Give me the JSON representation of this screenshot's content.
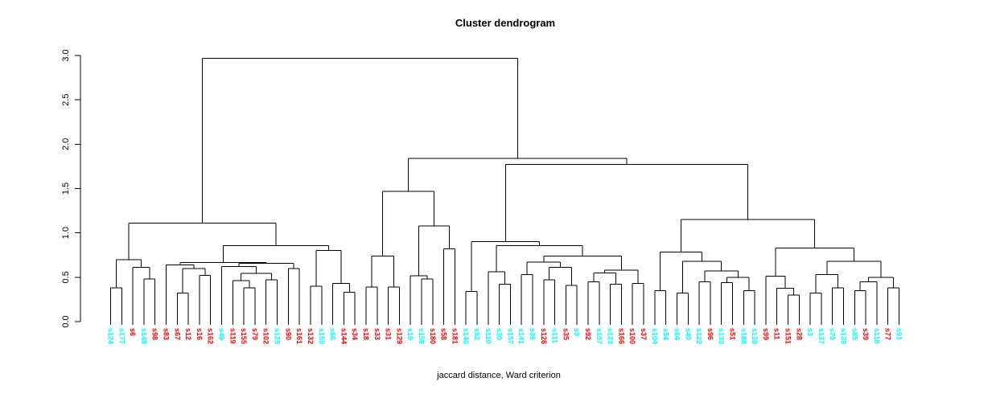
{
  "title": "Cluster dendrogram",
  "caption": "jaccard distance, Ward criterion",
  "chart_data": {
    "type": "dendrogram",
    "title": "Cluster dendrogram",
    "xlabel": "jaccard distance, Ward criterion",
    "y_axis_ticks": [
      "0.0",
      "0.5",
      "1.0",
      "1.5",
      "2.0",
      "2.5",
      "3.0"
    ],
    "y_min": 0,
    "y_max": 3,
    "grid": false,
    "line_color": "#000000",
    "label_colors": {
      "red": "#FF0000",
      "cyan": "#00FFFF"
    },
    "leaves": [
      {
        "label": "s124",
        "group": "cyan"
      },
      {
        "label": "s177",
        "group": "cyan"
      },
      {
        "label": "s6",
        "group": "red"
      },
      {
        "label": "s148",
        "group": "cyan"
      },
      {
        "label": "s98",
        "group": "red"
      },
      {
        "label": "s83",
        "group": "red"
      },
      {
        "label": "s67",
        "group": "red"
      },
      {
        "label": "s12",
        "group": "red"
      },
      {
        "label": "s16",
        "group": "red"
      },
      {
        "label": "s162",
        "group": "red"
      },
      {
        "label": "s49",
        "group": "cyan"
      },
      {
        "label": "s119",
        "group": "red"
      },
      {
        "label": "s155",
        "group": "red"
      },
      {
        "label": "s79",
        "group": "red"
      },
      {
        "label": "s102",
        "group": "red"
      },
      {
        "label": "s125",
        "group": "cyan"
      },
      {
        "label": "s90",
        "group": "red"
      },
      {
        "label": "s161",
        "group": "red"
      },
      {
        "label": "s132",
        "group": "red"
      },
      {
        "label": "s159",
        "group": "cyan"
      },
      {
        "label": "s66",
        "group": "cyan"
      },
      {
        "label": "s144",
        "group": "red"
      },
      {
        "label": "s34",
        "group": "red"
      },
      {
        "label": "s18",
        "group": "red"
      },
      {
        "label": "s33",
        "group": "red"
      },
      {
        "label": "s31",
        "group": "red"
      },
      {
        "label": "s129",
        "group": "red"
      },
      {
        "label": "s19",
        "group": "cyan"
      },
      {
        "label": "s158",
        "group": "cyan"
      },
      {
        "label": "s180",
        "group": "red"
      },
      {
        "label": "s58",
        "group": "red"
      },
      {
        "label": "s181",
        "group": "red"
      },
      {
        "label": "s140",
        "group": "cyan"
      },
      {
        "label": "s52",
        "group": "cyan"
      },
      {
        "label": "s110",
        "group": "cyan"
      },
      {
        "label": "s30",
        "group": "cyan"
      },
      {
        "label": "s157",
        "group": "cyan"
      },
      {
        "label": "s141",
        "group": "cyan"
      },
      {
        "label": "s36",
        "group": "cyan"
      },
      {
        "label": "s126",
        "group": "red"
      },
      {
        "label": "s111",
        "group": "cyan"
      },
      {
        "label": "s35",
        "group": "red"
      },
      {
        "label": "s9",
        "group": "cyan"
      },
      {
        "label": "s92",
        "group": "red"
      },
      {
        "label": "s107",
        "group": "cyan"
      },
      {
        "label": "s123",
        "group": "cyan"
      },
      {
        "label": "s166",
        "group": "red"
      },
      {
        "label": "s100",
        "group": "red"
      },
      {
        "label": "s37",
        "group": "red"
      },
      {
        "label": "s104",
        "group": "cyan"
      },
      {
        "label": "s54",
        "group": "cyan"
      },
      {
        "label": "s64",
        "group": "cyan"
      },
      {
        "label": "s40",
        "group": "cyan"
      },
      {
        "label": "s122",
        "group": "cyan"
      },
      {
        "label": "s96",
        "group": "red"
      },
      {
        "label": "s130",
        "group": "cyan"
      },
      {
        "label": "s51",
        "group": "red"
      },
      {
        "label": "s188",
        "group": "cyan"
      },
      {
        "label": "s128",
        "group": "cyan"
      },
      {
        "label": "s99",
        "group": "red"
      },
      {
        "label": "s11",
        "group": "red"
      },
      {
        "label": "s151",
        "group": "red"
      },
      {
        "label": "s28",
        "group": "red"
      },
      {
        "label": "s3",
        "group": "cyan"
      },
      {
        "label": "s137",
        "group": "cyan"
      },
      {
        "label": "s70",
        "group": "cyan"
      },
      {
        "label": "s139",
        "group": "cyan"
      },
      {
        "label": "s85",
        "group": "cyan"
      },
      {
        "label": "s39",
        "group": "red"
      },
      {
        "label": "s118",
        "group": "cyan"
      },
      {
        "label": "s77",
        "group": "red"
      },
      {
        "label": "s91",
        "group": "cyan"
      }
    ],
    "tree": {
      "h": 2.97,
      "c": [
        {
          "h": 1.11,
          "c": [
            {
              "h": 0.7,
              "c": [
                {
                  "h": 0.38,
                  "c": [
                    0,
                    1
                  ]
                },
                {
                  "h": 0.61,
                  "c": [
                    2,
                    {
                      "h": 0.48,
                      "c": [
                        3,
                        4
                      ]
                    }
                  ]
                }
              ]
            },
            {
              "h": 0.855,
              "c": [
                {
                  "h": 0.665,
                  "c": [
                    {
                      "h": 0.64,
                      "c": [
                        5,
                        {
                          "h": 0.6,
                          "c": [
                            {
                              "h": 0.32,
                              "c": [
                                6,
                                7
                              ]
                            },
                            {
                              "h": 0.52,
                              "c": [
                                8,
                                9
                              ]
                            }
                          ]
                        }
                      ]
                    },
                    {
                      "h": 0.655,
                      "c": [
                        {
                          "h": 0.62,
                          "c": [
                            10,
                            {
                              "h": 0.545,
                              "c": [
                                {
                                  "h": 0.46,
                                  "c": [
                                    11,
                                    {
                                      "h": 0.38,
                                      "c": [
                                        12,
                                        13
                                      ]
                                    }
                                  ]
                                },
                                {
                                  "h": 0.47,
                                  "c": [
                                    14,
                                    15
                                  ]
                                }
                              ]
                            }
                          ]
                        },
                        {
                          "h": 0.6,
                          "c": [
                            16,
                            17
                          ]
                        }
                      ]
                    }
                  ]
                },
                {
                  "h": 0.8,
                  "c": [
                    {
                      "h": 0.4,
                      "c": [
                        18,
                        19
                      ]
                    },
                    {
                      "h": 0.43,
                      "c": [
                        20,
                        {
                          "h": 0.33,
                          "c": [
                            21,
                            22
                          ]
                        }
                      ]
                    }
                  ]
                }
              ]
            }
          ]
        },
        {
          "h": 1.84,
          "c": [
            {
              "h": 1.47,
              "c": [
                {
                  "h": 0.74,
                  "c": [
                    {
                      "h": 0.39,
                      "c": [
                        23,
                        24
                      ]
                    },
                    {
                      "h": 0.39,
                      "c": [
                        25,
                        26
                      ]
                    }
                  ]
                },
                {
                  "h": 1.08,
                  "c": [
                    {
                      "h": 0.515,
                      "c": [
                        27,
                        {
                          "h": 0.48,
                          "c": [
                            28,
                            29
                          ]
                        }
                      ]
                    },
                    {
                      "h": 0.82,
                      "c": [
                        30,
                        31
                      ]
                    }
                  ]
                }
              ]
            },
            {
              "h": 1.77,
              "c": [
                {
                  "h": 0.9,
                  "c": [
                    {
                      "h": 0.34,
                      "c": [
                        32,
                        33
                      ]
                    },
                    {
                      "h": 0.855,
                      "c": [
                        {
                          "h": 0.56,
                          "c": [
                            34,
                            {
                              "h": 0.42,
                              "c": [
                                35,
                                36
                              ]
                            }
                          ]
                        },
                        {
                          "h": 0.74,
                          "c": [
                            {
                              "h": 0.67,
                              "c": [
                                {
                                  "h": 0.53,
                                  "c": [
                                    37,
                                    38
                                  ]
                                },
                                {
                                  "h": 0.61,
                                  "c": [
                                    {
                                      "h": 0.47,
                                      "c": [
                                        39,
                                        40
                                      ]
                                    },
                                    {
                                      "h": 0.41,
                                      "c": [
                                        41,
                                        42
                                      ]
                                    }
                                  ]
                                }
                              ]
                            },
                            {
                              "h": 0.58,
                              "c": [
                                {
                                  "h": 0.55,
                                  "c": [
                                    {
                                      "h": 0.45,
                                      "c": [
                                        43,
                                        44
                                      ]
                                    },
                                    {
                                      "h": 0.42,
                                      "c": [
                                        45,
                                        46
                                      ]
                                    }
                                  ]
                                },
                                {
                                  "h": 0.43,
                                  "c": [
                                    47,
                                    48
                                  ]
                                }
                              ]
                            }
                          ]
                        }
                      ]
                    }
                  ]
                },
                {
                  "h": 1.15,
                  "c": [
                    {
                      "h": 0.785,
                      "c": [
                        {
                          "h": 0.35,
                          "c": [
                            49,
                            50
                          ]
                        },
                        {
                          "h": 0.68,
                          "c": [
                            {
                              "h": 0.32,
                              "c": [
                                51,
                                52
                              ]
                            },
                            {
                              "h": 0.57,
                              "c": [
                                {
                                  "h": 0.45,
                                  "c": [
                                    53,
                                    54
                                  ]
                                },
                                {
                                  "h": 0.5,
                                  "c": [
                                    {
                                      "h": 0.44,
                                      "c": [
                                        55,
                                        56
                                      ]
                                    },
                                    {
                                      "h": 0.35,
                                      "c": [
                                        57,
                                        58
                                      ]
                                    }
                                  ]
                                }
                              ]
                            }
                          ]
                        }
                      ]
                    },
                    {
                      "h": 0.83,
                      "c": [
                        {
                          "h": 0.51,
                          "c": [
                            59,
                            {
                              "h": 0.375,
                              "c": [
                                60,
                                {
                                  "h": 0.3,
                                  "c": [
                                    61,
                                    62
                                  ]
                                }
                              ]
                            }
                          ]
                        },
                        {
                          "h": 0.68,
                          "c": [
                            {
                              "h": 0.53,
                              "c": [
                                {
                                  "h": 0.32,
                                  "c": [
                                    63,
                                    64
                                  ]
                                },
                                {
                                  "h": 0.38,
                                  "c": [
                                    65,
                                    66
                                  ]
                                }
                              ]
                            },
                            {
                              "h": 0.5,
                              "c": [
                                {
                                  "h": 0.45,
                                  "c": [
                                    {
                                      "h": 0.35,
                                      "c": [
                                        67,
                                        68
                                      ]
                                    },
                                    69
                                  ]
                                },
                                {
                                  "h": 0.38,
                                  "c": [
                                    70,
                                    71
                                  ]
                                }
                              ]
                            }
                          ]
                        }
                      ]
                    }
                  ]
                }
              ]
            }
          ]
        }
      ]
    }
  }
}
